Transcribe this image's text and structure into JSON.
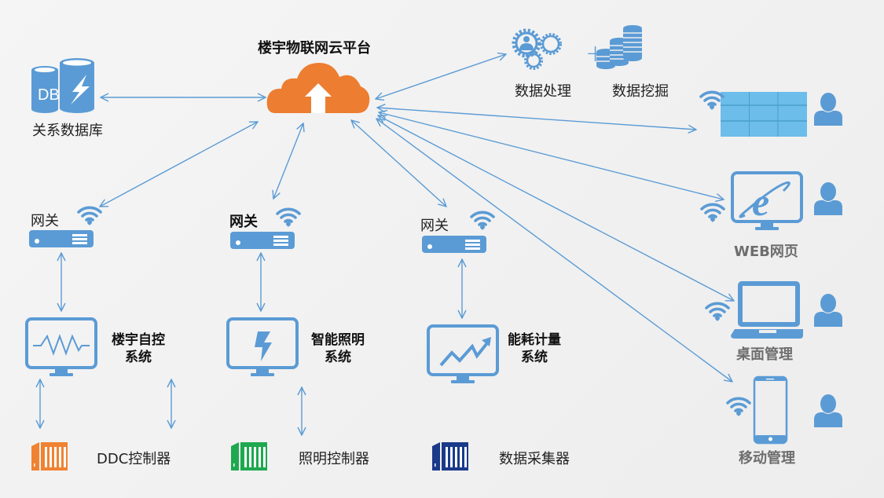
{
  "title": "楼宇物联网云平台",
  "colors": {
    "accent_blue": "#5b9bd5",
    "cloud_orange": "#ed7d31",
    "ddc_orange": "#f08231",
    "lighting_green": "#1ea84f",
    "collector_navy": "#1a3a8a",
    "screen_wall": "#6cbdea"
  },
  "database": {
    "label": "关系数据库",
    "icon_text": "DB",
    "icon": "database-icon"
  },
  "cloud": {
    "label": "楼宇物联网云平台",
    "icon": "cloud-upload-icon"
  },
  "services": [
    {
      "label": "数据处理",
      "icon": "gears-user-icon"
    },
    {
      "label": "数据挖掘",
      "icon": "coin-stacks-icon"
    }
  ],
  "services_join": "+",
  "gateways": [
    {
      "label": "网关"
    },
    {
      "label": "网关"
    },
    {
      "label": "网关"
    }
  ],
  "systems": [
    {
      "line1": "楼宇自控",
      "line2": "系统",
      "icon": "waveform-monitor-icon"
    },
    {
      "line1": "智能照明",
      "line2": "系统",
      "icon": "lightning-monitor-icon"
    },
    {
      "line1": "能耗计量",
      "line2": "系统",
      "icon": "trend-monitor-icon"
    }
  ],
  "controllers": [
    {
      "label": "DDC控制器",
      "color": "#f08231"
    },
    {
      "label": "照明控制器",
      "color": "#1ea84f"
    },
    {
      "label": "数据采集器",
      "color": "#1a3a8a"
    }
  ],
  "clients": [
    {
      "label": "",
      "icon": "video-wall-icon"
    },
    {
      "label": "WEB网页",
      "icon": "web-browser-monitor-icon"
    },
    {
      "label": "桌面管理",
      "icon": "laptop-icon"
    },
    {
      "label": "移动管理",
      "icon": "smartphone-icon"
    }
  ]
}
